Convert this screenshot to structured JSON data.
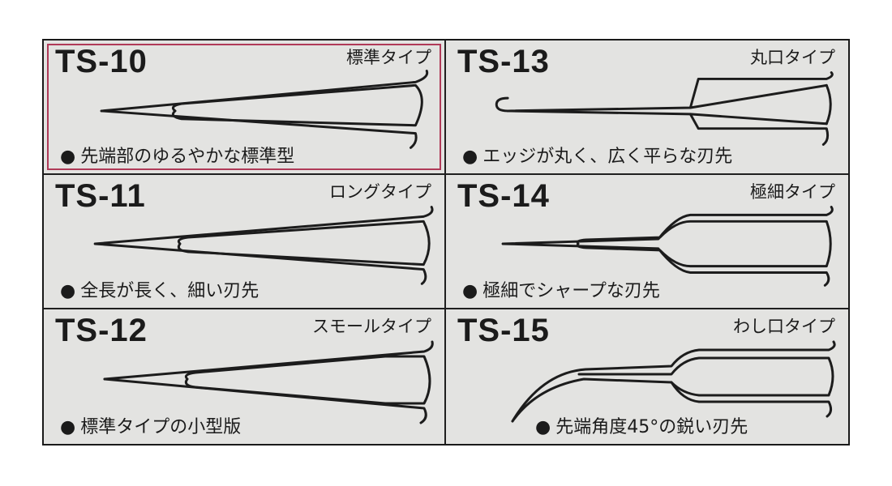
{
  "bullet": "●",
  "colors": {
    "background": "#e3e3e1",
    "border": "#1a1a1a",
    "highlight": "#b03a58"
  },
  "cells": [
    {
      "model": "TS-10",
      "type": "標準タイプ",
      "desc": "先端部のゆるやかな標準型",
      "shape": "standard-tip-icon",
      "selected": true
    },
    {
      "model": "TS-13",
      "type": "丸口タイプ",
      "desc": "エッジが丸く、広く平らな刃先",
      "shape": "round-tip-icon"
    },
    {
      "model": "TS-11",
      "type": "ロングタイプ",
      "desc": "全長が長く、細い刃先",
      "shape": "long-tip-icon"
    },
    {
      "model": "TS-14",
      "type": "極細タイプ",
      "desc": "極細でシャープな刃先",
      "shape": "fine-tip-icon"
    },
    {
      "model": "TS-12",
      "type": "スモールタイプ",
      "desc": "標準タイプの小型版",
      "shape": "small-tip-icon"
    },
    {
      "model": "TS-15",
      "type": "わし口タイプ",
      "desc": "先端角度45°の鋭い刃先",
      "shape": "hooked-tip-icon"
    }
  ]
}
